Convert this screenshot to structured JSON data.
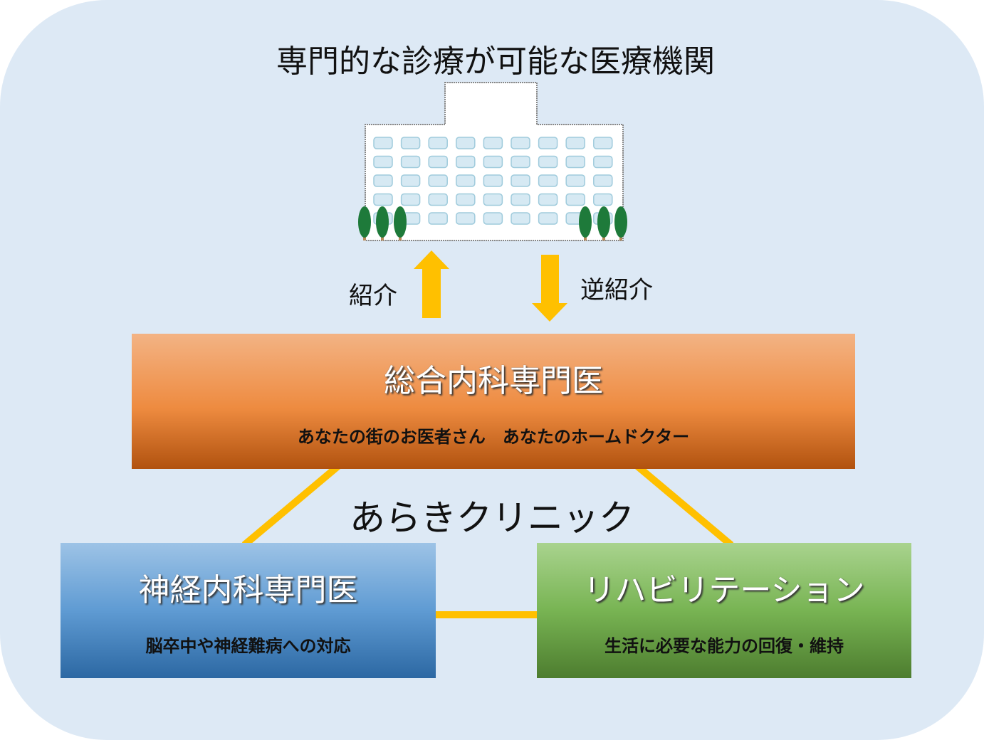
{
  "title": "専門的な診療が可能な医療機関",
  "arrows": {
    "referral": "紹介",
    "reverse_referral": "逆紹介"
  },
  "general": {
    "title": "総合内科専門医",
    "subtitle": "あなたの街のお医者さん　あなたのホームドクター"
  },
  "clinic_name": "あらきクリニック",
  "neuro": {
    "title": "神経内科専門医",
    "subtitle": "脳卒中や神経難病への対応"
  },
  "rehab": {
    "title": "リハビリテーション",
    "subtitle": "生活に必要な能力の回復・維持"
  },
  "colors": {
    "background": "#dde9f5",
    "connector": "#ffc000",
    "general": "#ee8b40",
    "neuro": "#5f9bd3",
    "rehab": "#78b453"
  }
}
